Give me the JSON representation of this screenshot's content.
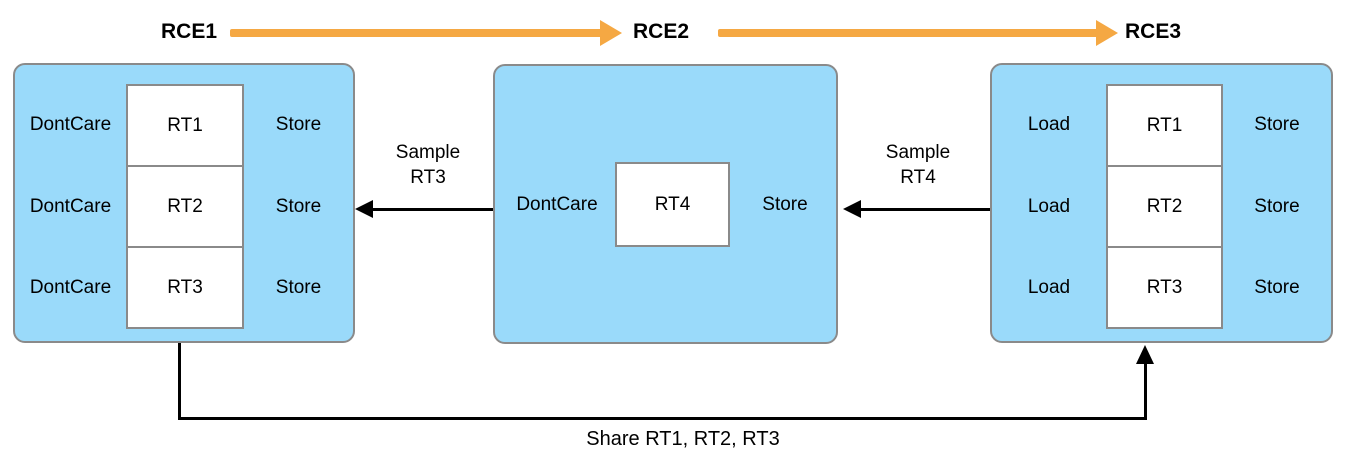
{
  "header": {
    "rce1": "RCE1",
    "rce2": "RCE2",
    "rce3": "RCE3"
  },
  "rce1": {
    "rows": [
      {
        "action": "DontCare",
        "target": "RT1",
        "store": "Store"
      },
      {
        "action": "DontCare",
        "target": "RT2",
        "store": "Store"
      },
      {
        "action": "DontCare",
        "target": "RT3",
        "store": "Store"
      }
    ]
  },
  "rce2": {
    "action": "DontCare",
    "target": "RT4",
    "store": "Store"
  },
  "rce3": {
    "rows": [
      {
        "action": "Load",
        "target": "RT1",
        "store": "Store"
      },
      {
        "action": "Load",
        "target": "RT2",
        "store": "Store"
      },
      {
        "action": "Load",
        "target": "RT3",
        "store": "Store"
      }
    ]
  },
  "arrows": {
    "sample_rt3": {
      "line1": "Sample",
      "line2": "RT3"
    },
    "sample_rt4": {
      "line1": "Sample",
      "line2": "RT4"
    },
    "share": "Share RT1, RT2, RT3"
  },
  "colors": {
    "block_fill": "#9adafa",
    "block_border": "#8a8a8a",
    "flow_arrow_orange": "#f5a843",
    "line_black": "#000000"
  }
}
